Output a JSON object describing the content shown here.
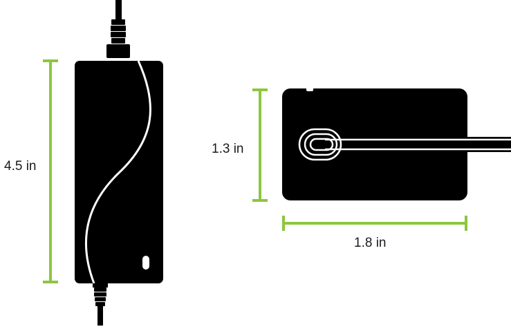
{
  "colors": {
    "dimension_line": "#8dc63f",
    "device_body": "#000000",
    "device_trim": "#ffffff",
    "label_text": "#1a1a1a"
  },
  "dimensions": {
    "height_label": "4.5 in",
    "depth_label": "1.3 in",
    "width_label": "1.8 in"
  }
}
